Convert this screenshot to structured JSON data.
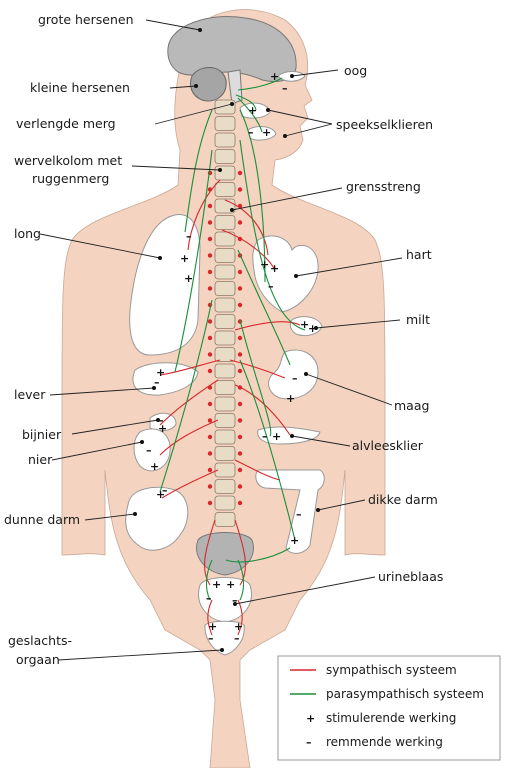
{
  "labels": {
    "grote_hersenen": "grote hersenen",
    "kleine_hersenen": "kleine hersenen",
    "verlengde_merg": "verlengde merg",
    "wervelkolom_line1": "wervelkolom met",
    "wervelkolom_line2": "ruggenmerg",
    "long": "long",
    "lever": "lever",
    "bijnier": "bijnier",
    "nier": "nier",
    "dunne_darm": "dunne darm",
    "geslachtsorgaan_line1": "geslachts-",
    "geslachtsorgaan_line2": "orgaan",
    "oog": "oog",
    "speekselklieren": "speekselklieren",
    "grensstreng": "grensstreng",
    "hart": "hart",
    "milt": "milt",
    "maag": "maag",
    "alvleesklier": "alvleesklier",
    "dikke_darm": "dikke darm",
    "urineblaas": "urineblaas"
  },
  "legend": {
    "sympathisch": "sympathisch systeem",
    "parasympathisch": "parasympathisch systeem",
    "plus_symbol": "+",
    "minus_symbol": "–",
    "stimulerend": "stimulerende werking",
    "remmend": "remmende werking"
  },
  "colors": {
    "skin": "#f4d3c0",
    "sympathisch": "#d9262b",
    "parasympathisch": "#1a8f3a",
    "organ": "#ffffff",
    "brain": "#b8b8b8",
    "spine": "#e8dcc6"
  }
}
